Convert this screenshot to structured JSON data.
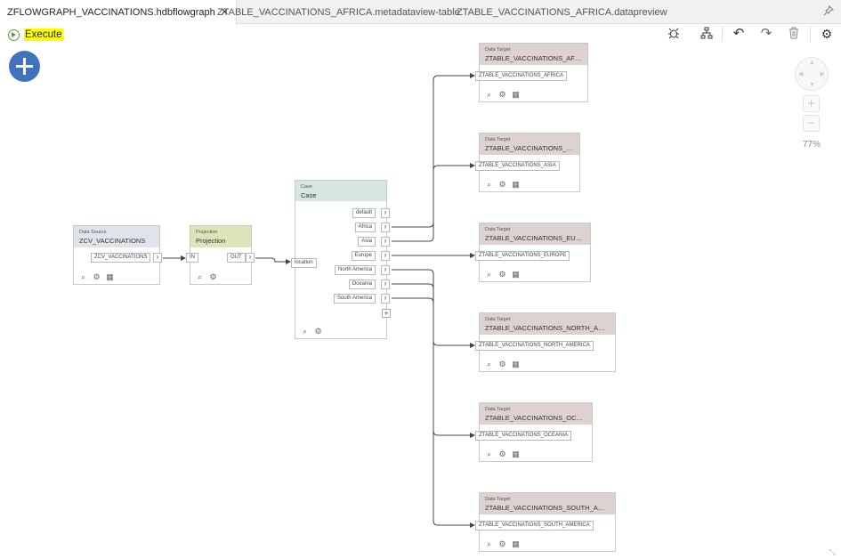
{
  "tabs": [
    {
      "label": "ZFLOWGRAPH_VACCINATIONS.hdbflowgraph",
      "close": "✕"
    },
    {
      "label": "ZTABLE_VACCINATIONS_AFRICA.metadataview-table"
    },
    {
      "label": "ZTABLE_VACCINATIONS_AFRICA.datapreview"
    }
  ],
  "toolbar": {
    "execute_label": "Execute",
    "zoom_level": "77%"
  },
  "source": {
    "type": "Data Source",
    "name": "ZCV_VACCINATIONS",
    "out_port": "ZCV_VACCINATIONS"
  },
  "projection": {
    "type": "Projection",
    "name": "Projection",
    "in_port": "IN",
    "out_port": "OUT"
  },
  "case": {
    "type": "Case",
    "name": "Case",
    "in_port": "location",
    "outputs": [
      "default",
      "Africa",
      "Asia",
      "Europe",
      "North America",
      "Oceania",
      "South America"
    ]
  },
  "targets": [
    {
      "type": "Data Target",
      "name": "ZTABLE_VACCINATIONS_AFRICA",
      "port": "ZTABLE_VACCINATIONS_AFRICA"
    },
    {
      "type": "Data Target",
      "name": "ZTABLE_VACCINATIONS_ASIA",
      "port": "ZTABLE_VACCINATIONS_ASIA"
    },
    {
      "type": "Data Target",
      "name": "ZTABLE_VACCINATIONS_EUROPE",
      "port": "ZTABLE_VACCINATIONS_EUROPE"
    },
    {
      "type": "Data Target",
      "name": "ZTABLE_VACCINATIONS_NORTH_AMERI...",
      "port": "ZTABLE_VACCINATIONS_NORTH_AMERICA"
    },
    {
      "type": "Data Target",
      "name": "ZTABLE_VACCINATIONS_OCEANIA",
      "port": "ZTABLE_VACCINATIONS_OCEANIA"
    },
    {
      "type": "Data Target",
      "name": "ZTABLE_VACCINATIONS_SOUTH_AMERI...",
      "port": "ZTABLE_VACCINATIONS_SOUTH_AMERICA"
    }
  ],
  "icons": {
    "preview": "⌕",
    "settings": "⚙",
    "table": "▦",
    "debug": "bug-icon",
    "layout": "layout-icon",
    "undo": "↶",
    "redo": "↷",
    "delete": "trash-icon",
    "gear": "⚙",
    "pin": "pin-icon",
    "zoom_in": "+",
    "zoom_out": "−",
    "add": "+",
    "expand": "expand-icon"
  }
}
